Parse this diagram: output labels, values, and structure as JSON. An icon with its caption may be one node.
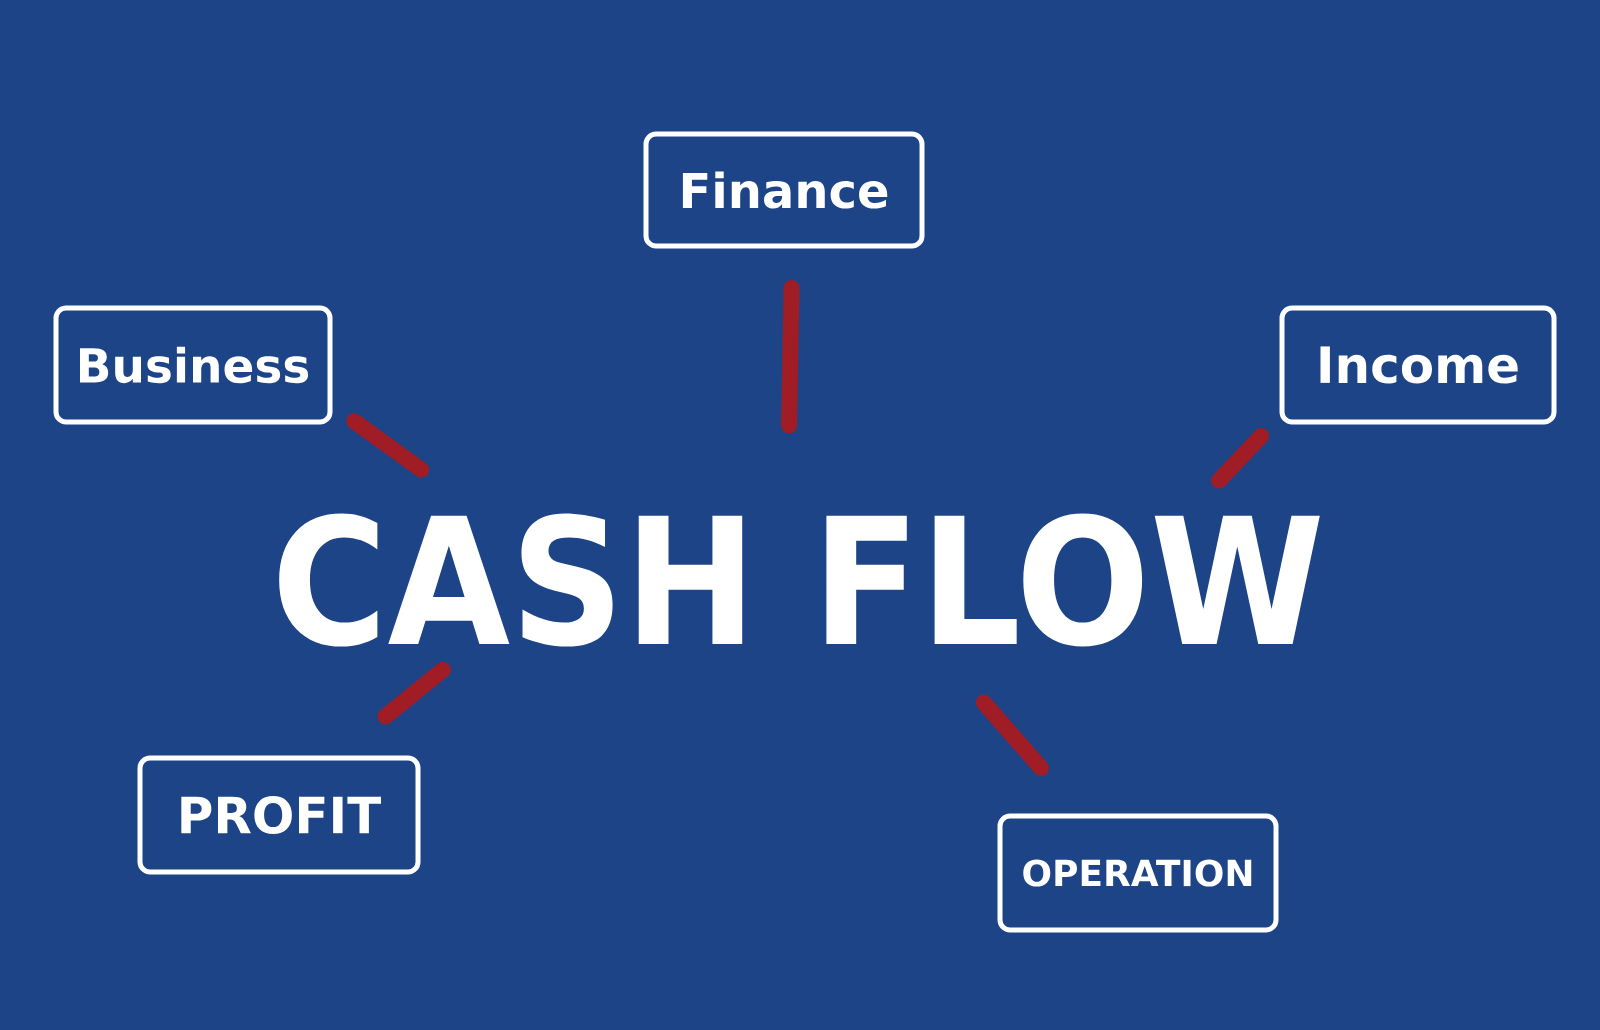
{
  "diagram": {
    "nodes": [
      {
        "text": [
          "Finance"
        ]
      },
      {
        "text": [
          "Business"
        ]
      },
      {
        "text": [
          "Income"
        ]
      },
      {
        "text": [
          "CASH FLOW"
        ]
      },
      {
        "text": [
          "PROFIT"
        ]
      },
      {
        "text": [
          "OPERATION"
        ]
      }
    ],
    "edges": [
      {
        "from": 3,
        "to": 0,
        "arrow": "none"
      },
      {
        "from": 3,
        "to": 1,
        "arrow": "none"
      },
      {
        "from": 3,
        "to": 2,
        "arrow": "none"
      },
      {
        "from": 3,
        "to": 4,
        "arrow": "none"
      },
      {
        "from": 3,
        "to": 5,
        "arrow": "none"
      }
    ]
  }
}
